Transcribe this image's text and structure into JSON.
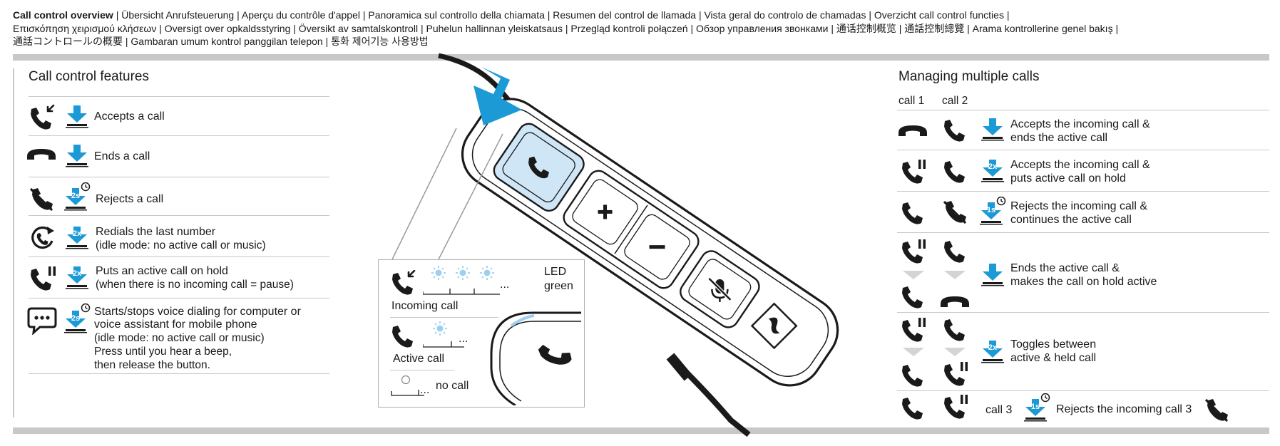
{
  "header": {
    "title_bold": "Call control overview",
    "line1_rest": " | Übersicht Anrufsteuerung | Aperçu du contrôle d'appel | Panoramica sul controllo della chiamata | Resumen del control de llamada | Vista geral do controlo de chamadas | Overzicht call control functies |",
    "line2": "Επισκόπηση χειρισμού κλήσεων | Oversigt over opkaldsstyring | Översikt av samtalskontroll | Puhelun hallinnan yleiskatsaus | Przegląd kontroli połączeń | Обзор управления звонками | 通话控制概览 | 通話控制總覽 | Arama kontrollerine genel bakış |",
    "line3": "通話コントロールの概要 | Gambaran umum kontrol panggilan telepon | 통화 제어기능 사용방법"
  },
  "features": {
    "title": "Call control features",
    "items": [
      {
        "text": "Accepts a call",
        "sub": ""
      },
      {
        "text": "Ends a call",
        "sub": ""
      },
      {
        "text": "Rejects a call",
        "sub": ""
      },
      {
        "text": "Redials the last number",
        "sub": "(idle mode: no active call or music)"
      },
      {
        "text": "Puts an active call on hold",
        "sub": "(when there is no incoming call = pause)"
      },
      {
        "text": "Starts/stops voice dialing for computer or",
        "text2": "voice assistant for mobile phone",
        "sub": "(idle mode: no active call or music)",
        "sub2": "Press until you hear a beep,",
        "sub3": "then release the button."
      }
    ],
    "badges": {
      "twox": "2x",
      "twos": "2s",
      "ones": "1s"
    }
  },
  "inset": {
    "led_label_1": "LED",
    "led_label_2": "green",
    "incoming": "Incoming call",
    "active": "Active call",
    "nocall": "no call",
    "ellipsis": "..."
  },
  "multi": {
    "title": "Managing multiple calls",
    "call1": "call 1",
    "call2": "call 2",
    "call3": "call 3",
    "rows": [
      {
        "l1": "Accepts the incoming call &",
        "l2": "ends the active call"
      },
      {
        "l1": "Accepts the incoming call &",
        "l2": "puts active call on hold"
      },
      {
        "l1": "Rejects the incoming call &",
        "l2": "continues the active call"
      },
      {
        "l1": "Ends the active call &",
        "l2": "makes the call on hold active"
      },
      {
        "l1": "Toggles between",
        "l2": "active & held call"
      }
    ],
    "last_row": "Rejects the incoming call 3"
  },
  "colors": {
    "accent": "#1b9ad6",
    "led": "#9fcfee",
    "grey": "#c8c8c8",
    "dark": "#1a1a1a"
  }
}
